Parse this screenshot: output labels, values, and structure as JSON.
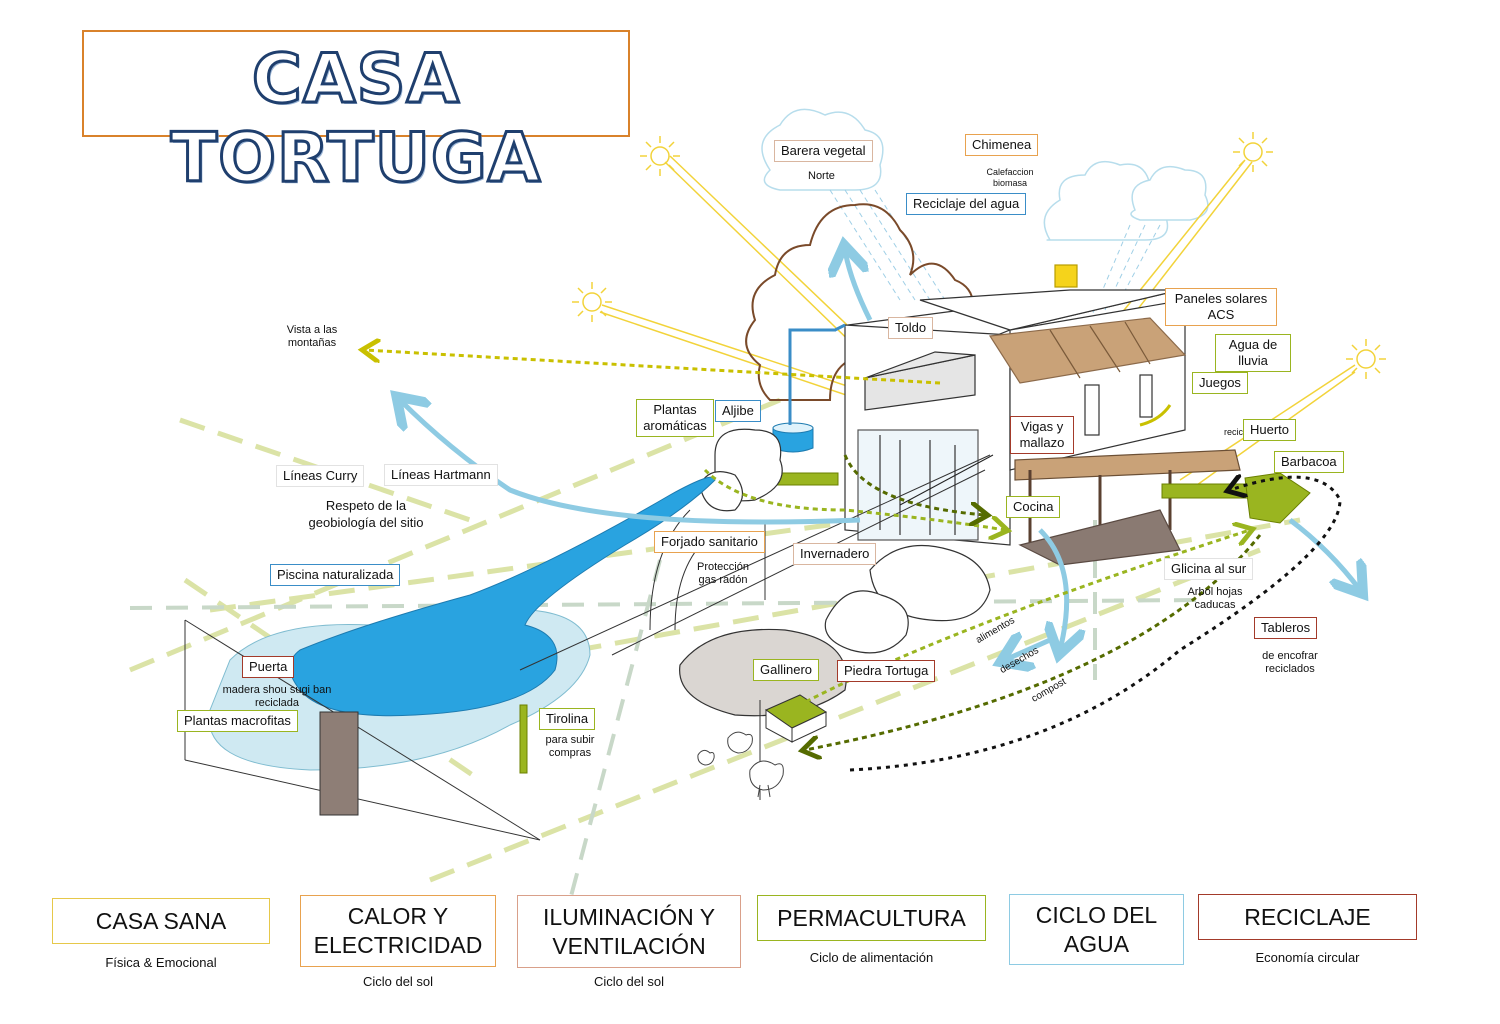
{
  "title": "CASA TORTUGA",
  "labels": {
    "barrera_vegetal": "Barera vegetal",
    "norte": "Norte",
    "chimenea": "Chimenea",
    "calefaccion": "Calefaccion biomasa",
    "reciclaje_agua": "Reciclaje del agua",
    "paneles": "Paneles solares ACS",
    "agua_lluvia": "Agua de lluvia",
    "juegos": "Juegos",
    "huerto": "Huerto",
    "reciclados_small": "reciclados",
    "barbacoa": "Barbacoa",
    "toldo": "Toldo",
    "plantas_aromaticas": "Plantas aromáticas",
    "aljibe": "Aljibe",
    "vigas": "Vigas y mallazo",
    "cocina": "Cocina",
    "vista": "Vista a las montañas",
    "lineas_curry": "Líneas Curry",
    "lineas_hartmann": "Líneas Hartmann",
    "respeto": "Respeto de la geobiología del sitio",
    "forjado": "Forjado sanitario",
    "proteccion": "Protección gas radón",
    "invernadero": "Invernadero",
    "glicina": "Glicina al sur",
    "arbol": "Arbol hojas caducas",
    "tableros": "Tableros",
    "encofrar": "de encofrar reciclados",
    "piscina": "Piscina naturalizada",
    "puerta": "Puerta",
    "madera": "madera shou sugi ban reciclada",
    "macrofitas": "Plantas macrofitas",
    "gallinero": "Gallinero",
    "piedra": "Piedra Tortuga",
    "tirolina": "Tirolina",
    "subir": "para subir compras",
    "alimentos": "alimentos",
    "desechos": "desechos",
    "compost": "compost"
  },
  "legend": [
    {
      "title": "CASA SANA",
      "subtitle": "Física & Emocional",
      "color": "#e6c84a"
    },
    {
      "title": "CALOR Y ELECTRICIDAD",
      "subtitle": "Ciclo del sol",
      "color": "#e8a24f"
    },
    {
      "title": "ILUMINACIÓN Y VENTILACIÓN",
      "subtitle": "Ciclo del sol",
      "color": "#d9a08a"
    },
    {
      "title": "PERMACULTURA",
      "subtitle": "Ciclo de alimentación",
      "color": "#9ab520"
    },
    {
      "title": "CICLO DEL AGUA",
      "subtitle": "",
      "color": "#8ecbe3"
    },
    {
      "title": "RECICLAJE",
      "subtitle": "Economía circular",
      "color": "#a33a2a"
    }
  ],
  "colors": {
    "title_stroke": "#1f3f6e",
    "sun": "#f2d33a",
    "water": "#8ecbe3",
    "pool": "#29a3e0",
    "permaculture": "#9ab520",
    "ventilation": "#dbe3a6",
    "tree": "#7a4a2a",
    "solar_panel": "#c9a278"
  }
}
